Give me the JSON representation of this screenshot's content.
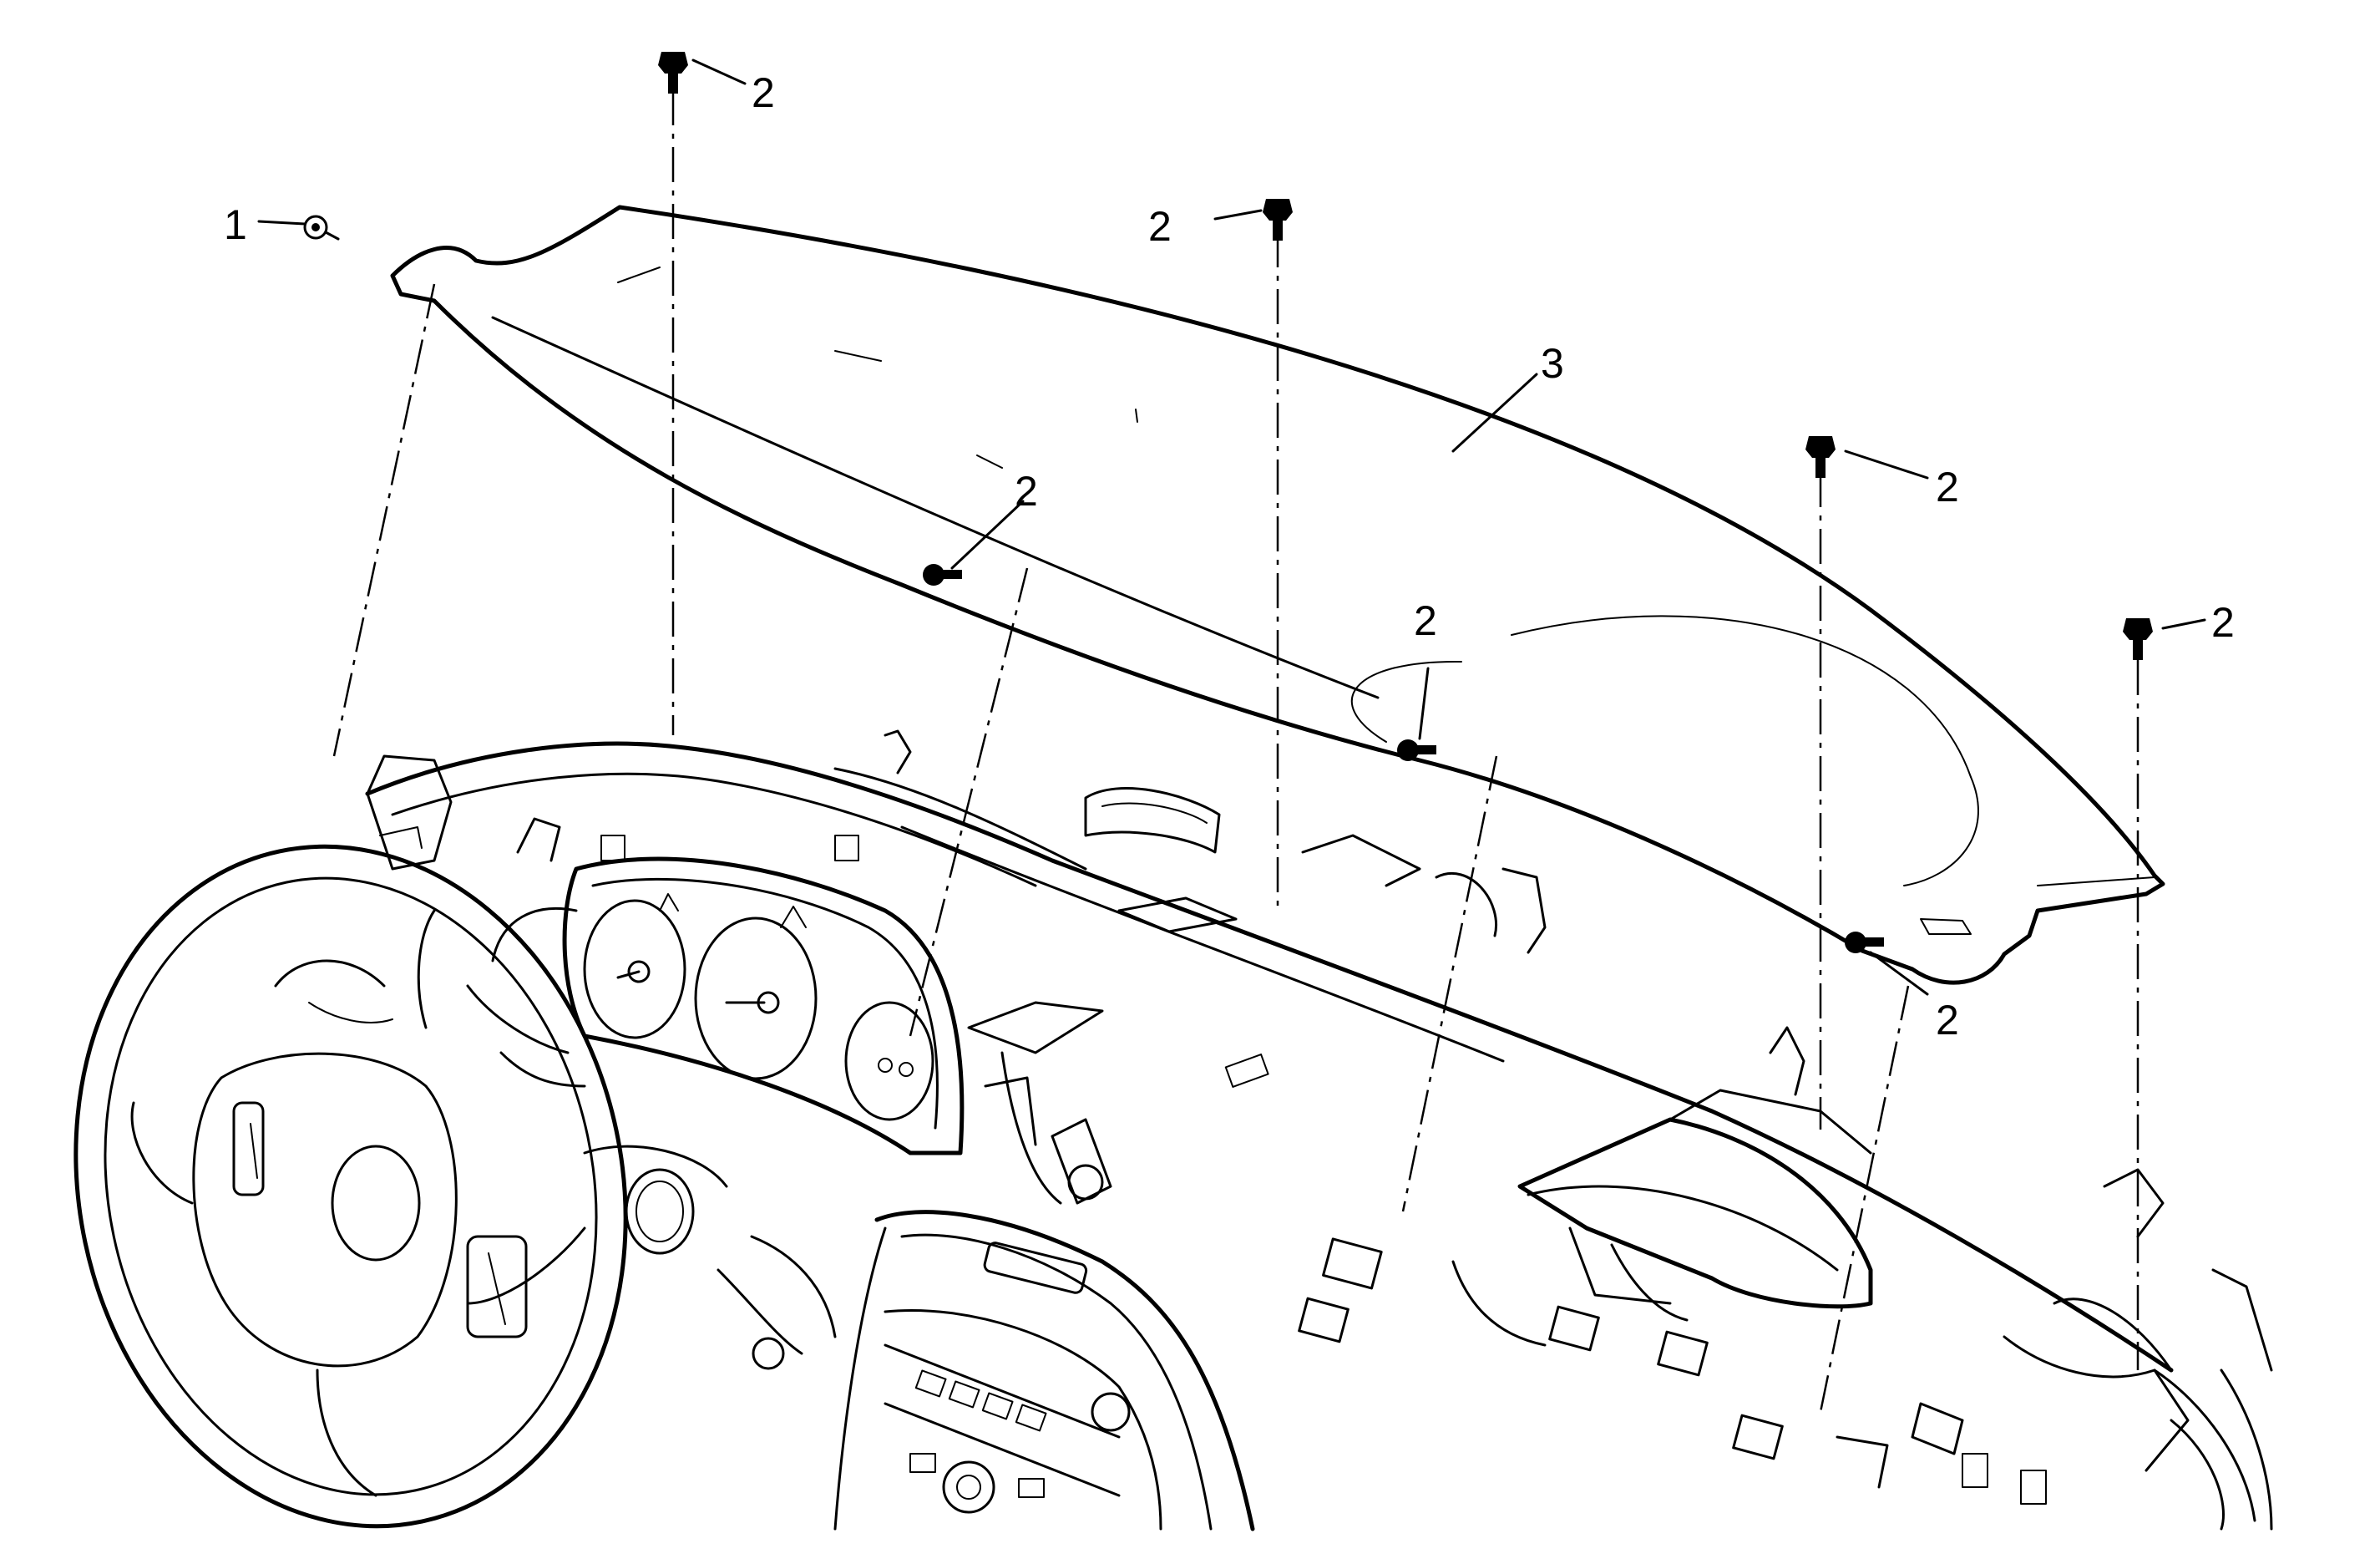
{
  "callouts": [
    {
      "label": "1",
      "part": "fastener"
    },
    {
      "label": "2",
      "part": "bolt"
    },
    {
      "label": "3",
      "part": "instrument panel upper trim pad"
    }
  ],
  "colors": {
    "line": "#000000",
    "background": "#ffffff"
  }
}
